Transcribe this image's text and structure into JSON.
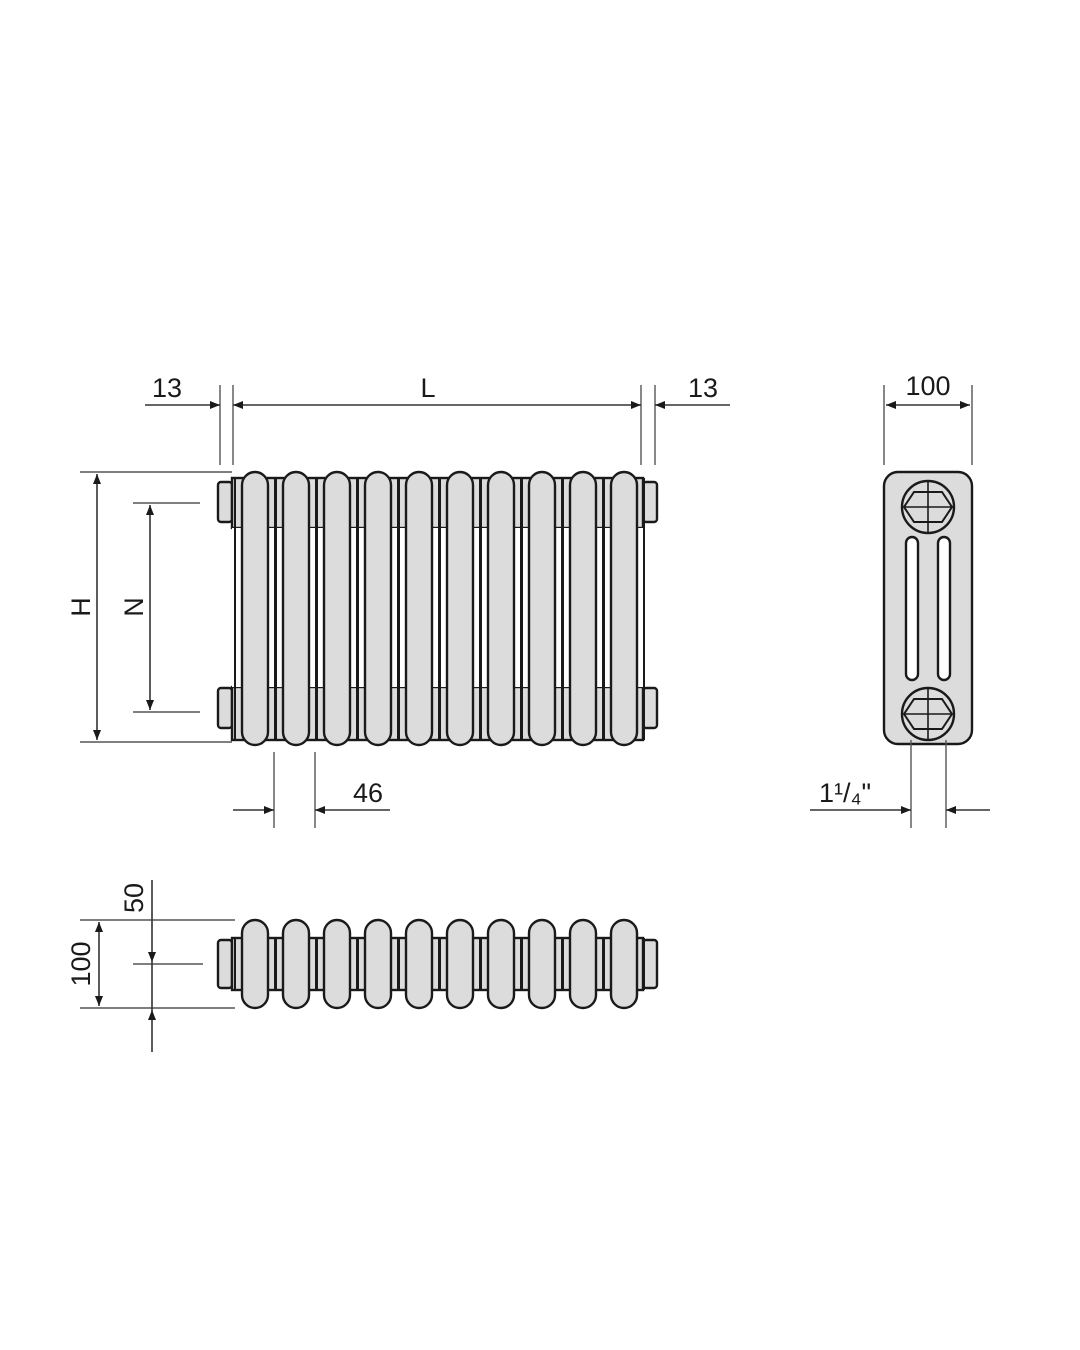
{
  "drawing": {
    "front_view": {
      "sections": 10,
      "dim_left_offset": "13",
      "dim_length": "L",
      "dim_right_offset": "13",
      "dim_height": "H",
      "dim_centres": "N",
      "dim_section_pitch": "46"
    },
    "side_view": {
      "dim_depth": "100",
      "dim_connection": "1¹/₄\""
    },
    "top_view": {
      "dim_depth": "100",
      "dim_half_depth": "50"
    },
    "colors": {
      "fill": "#dcdcdc",
      "line": "#1a1a1a"
    }
  }
}
